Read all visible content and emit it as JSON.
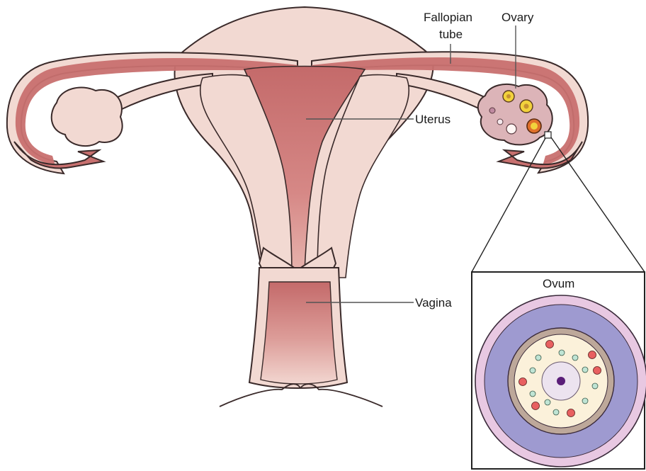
{
  "labels": {
    "fallopian_line1": "Fallopian",
    "fallopian_line2": "tube",
    "ovary": "Ovary",
    "uterus": "Uterus",
    "vagina": "Vagina",
    "ovum": "Ovum"
  },
  "colors": {
    "tissue_light": "#f2d9d2",
    "tissue_muscle": "#c8706f",
    "tissue_muscle_dark": "#b35a5a",
    "ovary_fill": "#dcb4b8",
    "follicle_yellow": "#f2d23c",
    "ovum_outer": "#e8c8e2",
    "ovum_band": "#9e9ad0",
    "ovum_ring": "#bda89a",
    "ovum_cytoplasm": "#fbf1da",
    "ovum_nucleus": "#ece3ef",
    "ovum_nucleolus": "#5a1e78",
    "granule_red": "#e86060",
    "granule_teal": "#bfe4d4"
  }
}
